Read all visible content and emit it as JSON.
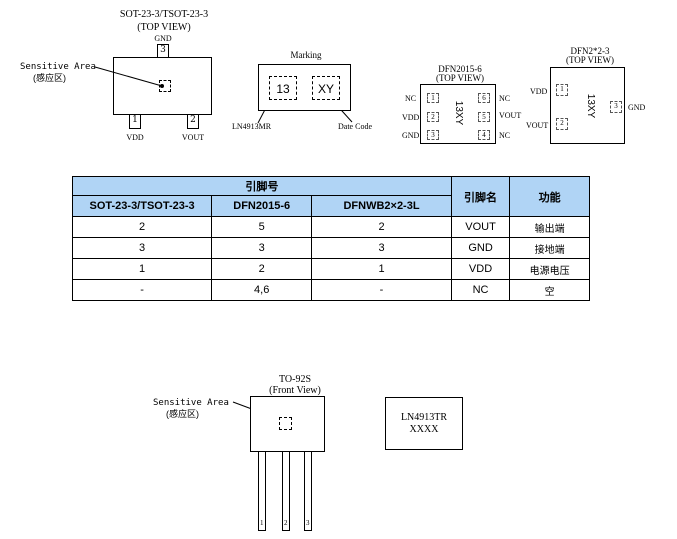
{
  "sot23": {
    "title1": "SOT-23-3/TSOT-23-3",
    "title2": "(TOP VIEW)",
    "gnd_label": "GND",
    "pin3": "3",
    "pin1": "1",
    "pin2": "2",
    "vdd_label": "VDD",
    "vout_label": "VOUT",
    "sensitive_en": "Sensitive Area",
    "sensitive_zh": "(感应区)"
  },
  "marking": {
    "title": "Marking",
    "left_code": "13",
    "right_code": "XY",
    "part_label": "LN4913MR",
    "date_label": "Date Code"
  },
  "dfn2015": {
    "title1": "DFN2015-6",
    "title2": "(TOP VIEW)",
    "left_labels": [
      "NC",
      "VDD",
      "GND"
    ],
    "left_pins": [
      "1",
      "2",
      "3"
    ],
    "right_pins": [
      "6",
      "5",
      "4"
    ],
    "right_labels": [
      "NC",
      "VOUT",
      "NC"
    ],
    "mark": "13XY"
  },
  "dfn2x2": {
    "title1": "DFN2*2-3",
    "title2": "(TOP VIEW)",
    "left_labels": [
      "VDD",
      "VOUT"
    ],
    "left_pins": [
      "1",
      "2"
    ],
    "right_pin": "3",
    "right_label": "GND",
    "mark": "13XY"
  },
  "table": {
    "group_header": "引脚号",
    "col_name": "引脚名",
    "col_func": "功能",
    "sub_headers": [
      "SOT-23-3/TSOT-23-3",
      "DFN2015-6",
      "DFNWB2×2-3L"
    ],
    "rows": [
      [
        "2",
        "5",
        "2",
        "VOUT",
        "输出端"
      ],
      [
        "3",
        "3",
        "3",
        "GND",
        "接地端"
      ],
      [
        "1",
        "2",
        "1",
        "VDD",
        "电源电压"
      ],
      [
        "-",
        "4,6",
        "-",
        "NC",
        "空"
      ]
    ]
  },
  "to92": {
    "title1": "TO-92S",
    "title2": "(Front View)",
    "sensitive_en": "Sensitive Area",
    "sensitive_zh": "(感应区)",
    "pins": [
      "1",
      "2",
      "3"
    ],
    "marking_line1": "LN4913TR",
    "marking_line2": "XXXX"
  }
}
